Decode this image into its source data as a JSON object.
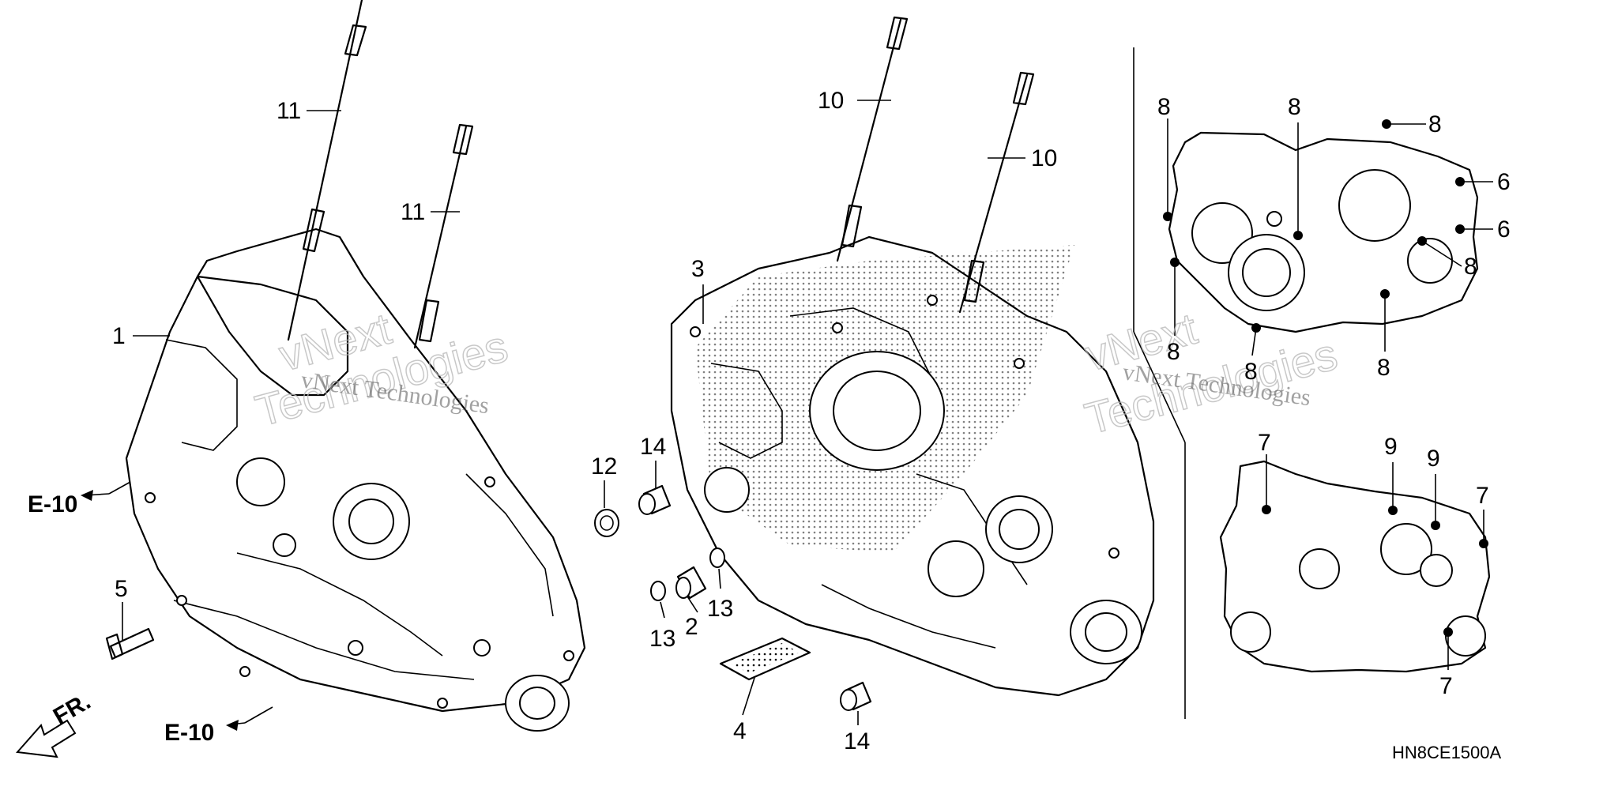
{
  "callouts": {
    "c1": "1",
    "c2": "2",
    "c3": "3",
    "c4": "4",
    "c5": "5",
    "c6a": "6",
    "c6b": "6",
    "c7a": "7",
    "c7b": "7",
    "c7c": "7",
    "c8a": "8",
    "c8b": "8",
    "c8c": "8",
    "c8d": "8",
    "c8e": "8",
    "c8f": "8",
    "c8g": "8",
    "c9a": "9",
    "c9b": "9",
    "c10a": "10",
    "c10b": "10",
    "c11a": "11",
    "c11b": "11",
    "c12": "12",
    "c13a": "13",
    "c13b": "13",
    "c14a": "14",
    "c14b": "14"
  },
  "refs": {
    "e10_top": "E-10",
    "e10_bottom": "E-10",
    "front": "FR."
  },
  "diagram_code": "HN8CE1500A",
  "watermark": {
    "line1": "vNext Technologies",
    "outline1": "vNext",
    "outline2": "Technologies"
  }
}
